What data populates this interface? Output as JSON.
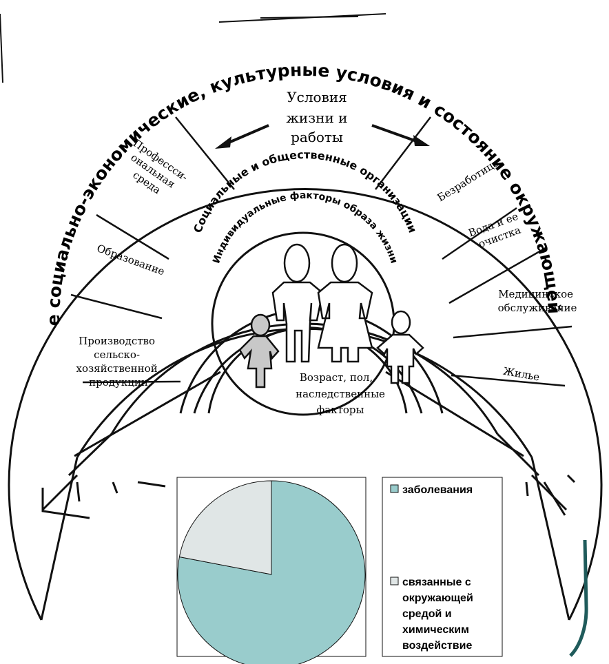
{
  "rainbow": {
    "outer_band_label": "Общие социально-экономические, культурные условия и состояние окружающей среды",
    "living_conditions_heading": [
      "Условия",
      "жизни и",
      "работы"
    ],
    "left_segments": [
      {
        "label": [
          "Профессси-",
          "ональная",
          "среда"
        ]
      },
      {
        "label": [
          "Образование"
        ]
      },
      {
        "label": [
          "Производство",
          "сельско-",
          "хозяйственной",
          "продукции"
        ]
      }
    ],
    "right_segments": [
      {
        "label": [
          "Безработица"
        ]
      },
      {
        "label": [
          "Вода и ее",
          "очистка"
        ]
      },
      {
        "label": [
          "Медицинское",
          "обслуживание"
        ]
      },
      {
        "label": [
          "Жилье"
        ]
      }
    ],
    "social_band_label": "Социальные и общественные организации",
    "individual_band_label": "Индивидуальные факторы образа жизни",
    "core_label": [
      "Возраст, пол,",
      "наследственные",
      "факторы"
    ],
    "colors": {
      "line": "#111111",
      "child_fill": "#c8c8c8",
      "adult_fill": "#ffffff"
    }
  },
  "pie_chart": {
    "chart_data": {
      "type": "pie",
      "series": [
        {
          "name": "заболевания",
          "value": 0.78,
          "color": "#99cccc"
        },
        {
          "name": "связанные с окружающей средой и химическим воздействие",
          "value": 0.22,
          "color": "#e0e6e6"
        }
      ]
    },
    "legend": [
      {
        "lines": [
          "заболевания"
        ],
        "color": "#99cccc"
      },
      {
        "lines": [
          "связанные с",
          "окружающей",
          "средой и",
          "химическим",
          "воздействие"
        ],
        "color": "#e0e6e6"
      }
    ]
  },
  "accent": {
    "teal_line": "#1f5b5b"
  }
}
